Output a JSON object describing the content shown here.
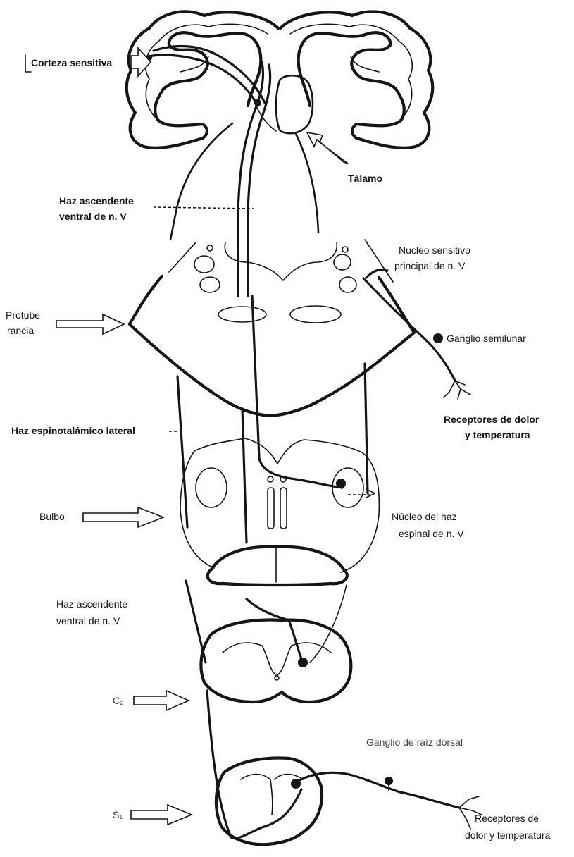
{
  "labels": {
    "corteza": "Corteza sensitiva",
    "talamo": "Tálamo",
    "haz_asc_ventral_top_1": "Haz ascendente",
    "haz_asc_ventral_top_2": "ventral de n. V",
    "nucleo_sensitivo_1": "Nucleo sensitivo",
    "nucleo_sensitivo_2": "principal de n. V",
    "protuberancia_1": "Protube-",
    "protuberancia_2": "rancia",
    "ganglio_semilunar": "Ganglio semilunar",
    "receptores_top_1": "Receptores de dolor",
    "receptores_top_2": "y temperatura",
    "haz_espinotalamico": "Haz espinotalámico lateral",
    "bulbo": "Bulbo",
    "nucleo_haz_1": "Núcleo del haz",
    "nucleo_haz_2": "espinal de n. V",
    "haz_asc_ventral_mid_1": "Haz ascendente",
    "haz_asc_ventral_mid_2": "ventral de n. V",
    "c_level": "C₂",
    "ganglio_raiz": "Ganglio de raíz dorsal",
    "s_level": "S₁",
    "receptores_bottom_1": "Receptores de",
    "receptores_bottom_2": "dolor y temperatura"
  },
  "icons": [
    "label-arrow-icon",
    "neuron-cell-body-icon",
    "receptor-ending-icon"
  ]
}
